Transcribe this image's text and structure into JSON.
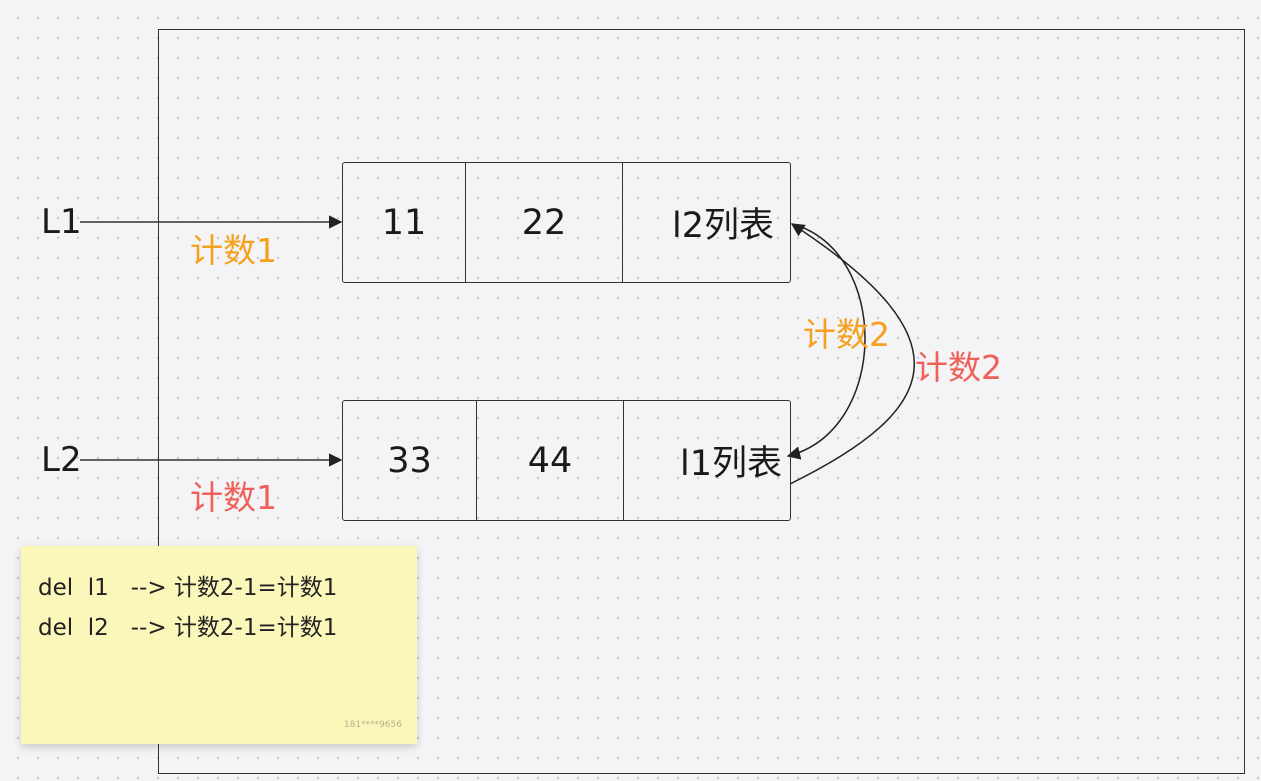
{
  "variables": {
    "l1": "L1",
    "l2": "L2"
  },
  "counts": {
    "l1_count": "计数1",
    "l2_count": "计数1",
    "inner_count": "计数2",
    "outer_count": "计数2"
  },
  "list1": {
    "cells": [
      "11",
      "22",
      "l2列表"
    ]
  },
  "list2": {
    "cells": [
      "33",
      "44",
      "l1列表"
    ]
  },
  "note": {
    "lines": [
      "del  l1   --> 计数2-1=计数1",
      "del  l2   --> 计数2-1=计数1"
    ],
    "author": "181****9656"
  },
  "colors": {
    "orange": "#f5a11e",
    "red": "#f0605a",
    "line": "#333333",
    "note_bg": "#fbf7bb"
  }
}
